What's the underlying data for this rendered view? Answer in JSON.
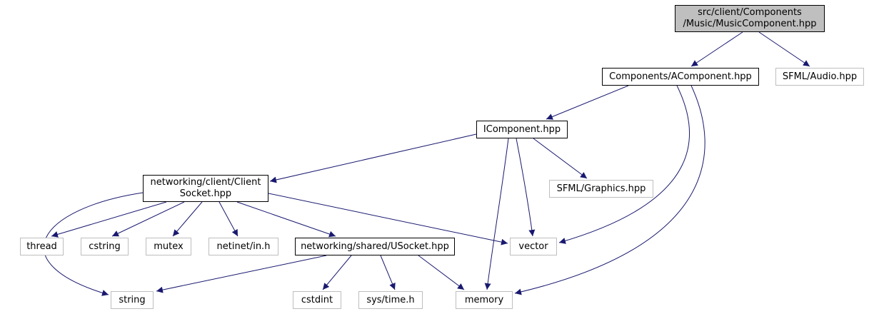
{
  "diagram": {
    "type": "include-dependency-graph",
    "colors": {
      "edge": "#191970",
      "main_node_fill": "#bfbfbf",
      "plain_node_border": "#bebebe",
      "linked_node_border": "#000000"
    },
    "nodes": {
      "music": {
        "label": "src/client/Components\n/Music/MusicComponent.hpp",
        "kind": "main"
      },
      "acomponent": {
        "label": "Components/AComponent.hpp",
        "kind": "linked"
      },
      "audio": {
        "label": "SFML/Audio.hpp",
        "kind": "plain"
      },
      "icomponent": {
        "label": "IComponent.hpp",
        "kind": "linked"
      },
      "clientsocket": {
        "label": "networking/client/Client\nSocket.hpp",
        "kind": "linked"
      },
      "graphics": {
        "label": "SFML/Graphics.hpp",
        "kind": "plain"
      },
      "thread": {
        "label": "thread",
        "kind": "plain"
      },
      "cstring": {
        "label": "cstring",
        "kind": "plain"
      },
      "mutex": {
        "label": "mutex",
        "kind": "plain"
      },
      "netinet": {
        "label": "netinet/in.h",
        "kind": "plain"
      },
      "usocket": {
        "label": "networking/shared/USocket.hpp",
        "kind": "linked"
      },
      "vector": {
        "label": "vector",
        "kind": "plain"
      },
      "string": {
        "label": "string",
        "kind": "plain"
      },
      "cstdint": {
        "label": "cstdint",
        "kind": "plain"
      },
      "systime": {
        "label": "sys/time.h",
        "kind": "plain"
      },
      "memory": {
        "label": "memory",
        "kind": "plain"
      }
    },
    "edges": [
      {
        "from": "music",
        "to": "acomponent"
      },
      {
        "from": "music",
        "to": "audio"
      },
      {
        "from": "acomponent",
        "to": "icomponent"
      },
      {
        "from": "acomponent",
        "to": "vector"
      },
      {
        "from": "acomponent",
        "to": "memory"
      },
      {
        "from": "icomponent",
        "to": "clientsocket"
      },
      {
        "from": "icomponent",
        "to": "graphics"
      },
      {
        "from": "icomponent",
        "to": "vector"
      },
      {
        "from": "icomponent",
        "to": "memory"
      },
      {
        "from": "clientsocket",
        "to": "thread"
      },
      {
        "from": "clientsocket",
        "to": "cstring"
      },
      {
        "from": "clientsocket",
        "to": "mutex"
      },
      {
        "from": "clientsocket",
        "to": "netinet"
      },
      {
        "from": "clientsocket",
        "to": "usocket"
      },
      {
        "from": "clientsocket",
        "to": "vector"
      },
      {
        "from": "clientsocket",
        "to": "string"
      },
      {
        "from": "usocket",
        "to": "string"
      },
      {
        "from": "usocket",
        "to": "cstdint"
      },
      {
        "from": "usocket",
        "to": "systime"
      },
      {
        "from": "usocket",
        "to": "memory"
      }
    ]
  }
}
